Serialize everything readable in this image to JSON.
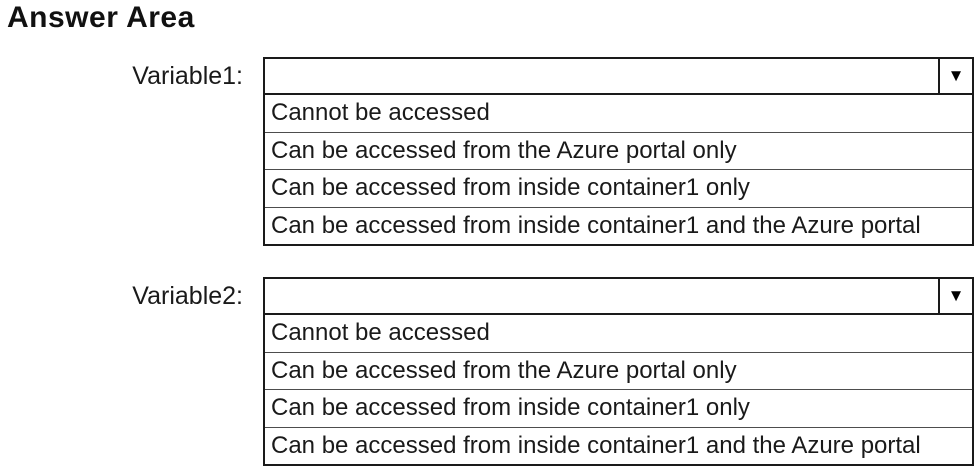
{
  "title": "Answer Area",
  "icons": {
    "dropdown_arrow": "▼"
  },
  "sections": [
    {
      "label": "Variable1:",
      "selected_value": "",
      "options": [
        "Cannot be accessed",
        "Can be accessed from the Azure portal only",
        "Can be accessed from inside container1 only",
        "Can be accessed from inside container1 and the Azure portal"
      ]
    },
    {
      "label": "Variable2:",
      "selected_value": "",
      "options": [
        "Cannot be accessed",
        "Can be accessed from the Azure portal only",
        "Can be accessed from inside container1 only",
        "Can be accessed from inside container1 and the Azure portal"
      ]
    }
  ]
}
